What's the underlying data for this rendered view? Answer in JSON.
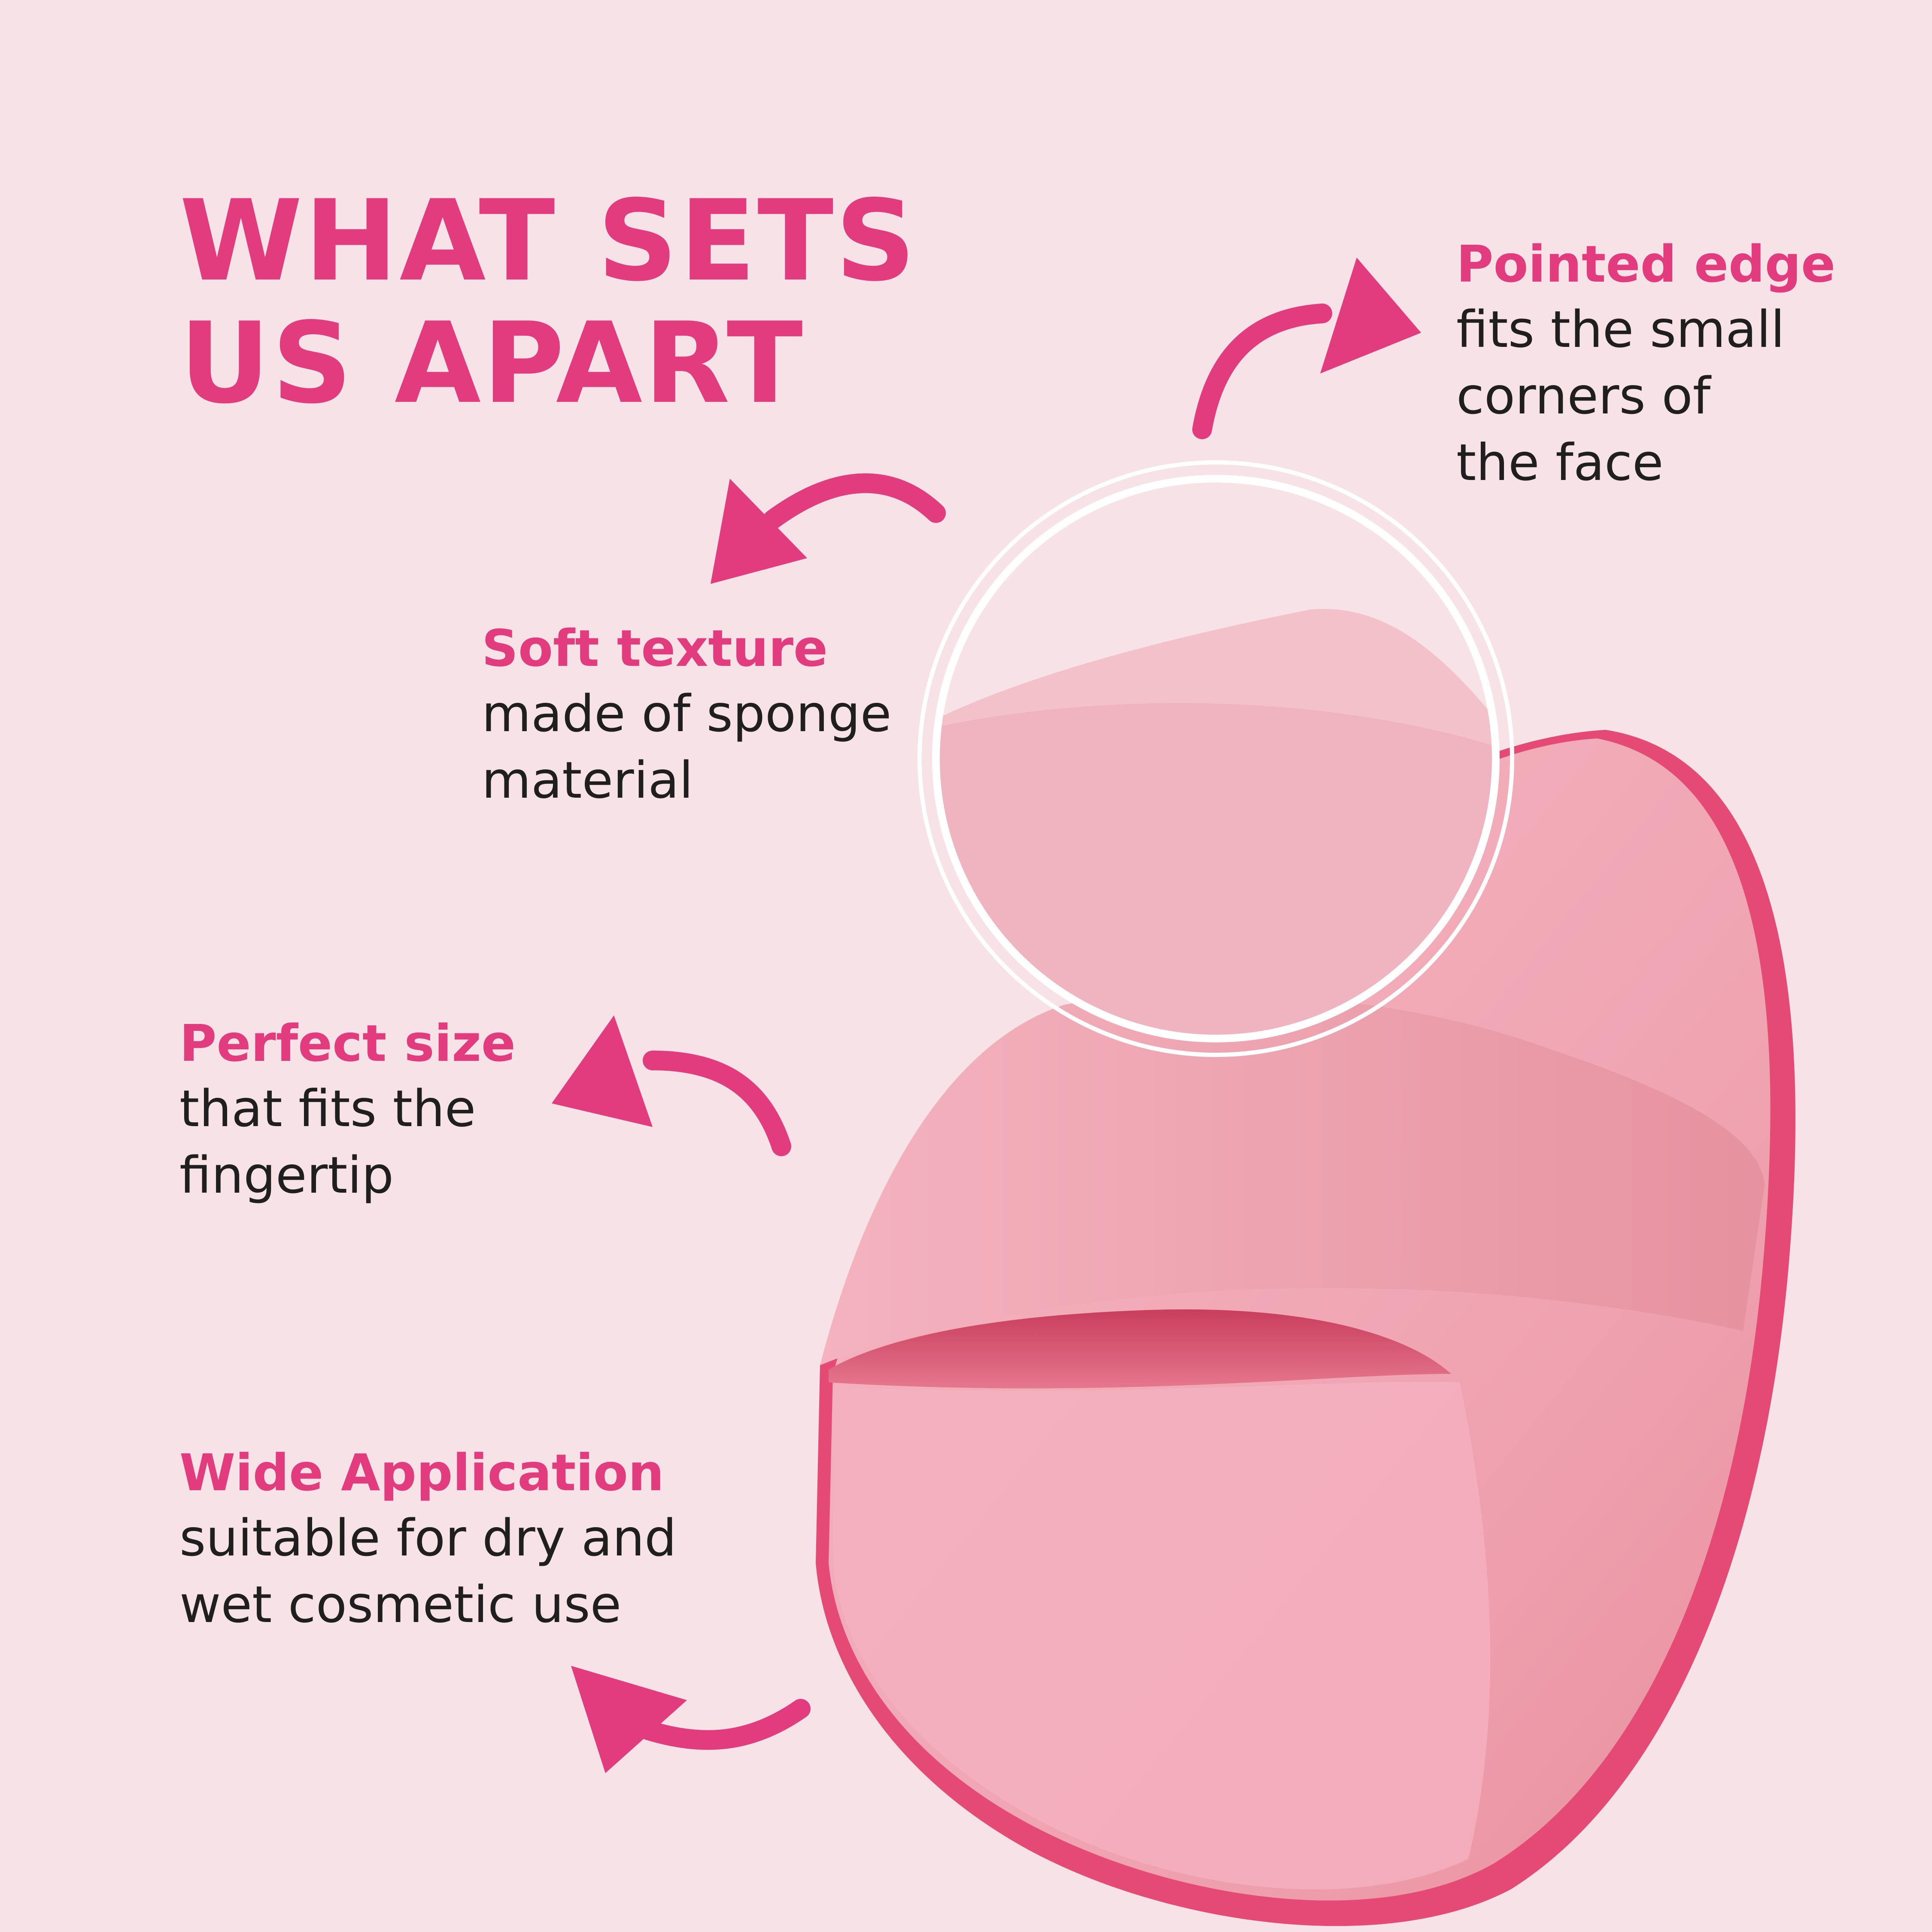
{
  "headline": {
    "lines": [
      "WHAT SETS",
      "US APART"
    ]
  },
  "features": [
    {
      "id": "pointed-edge",
      "title": "Pointed edge",
      "lines": [
        "fits the small",
        "corners of",
        "the face"
      ]
    },
    {
      "id": "soft-texture",
      "title": "Soft texture",
      "lines": [
        "made of sponge",
        "material"
      ]
    },
    {
      "id": "perfect-size",
      "title": "Perfect size",
      "lines": [
        "that fits the",
        "fingertip"
      ]
    },
    {
      "id": "wide-application",
      "title": "Wide Application",
      "lines": [
        "suitable for dry and",
        "wet cosmetic use"
      ]
    }
  ],
  "colors": {
    "background": "#f7e2e8",
    "accent": "#e23c7e",
    "text": "#1f1f1f",
    "puff": "#f2aab6",
    "puff_rim": "#e54a74"
  },
  "icons": [
    "curved-arrow-icon",
    "zoom-lens-icon",
    "powder-puff-icon"
  ]
}
